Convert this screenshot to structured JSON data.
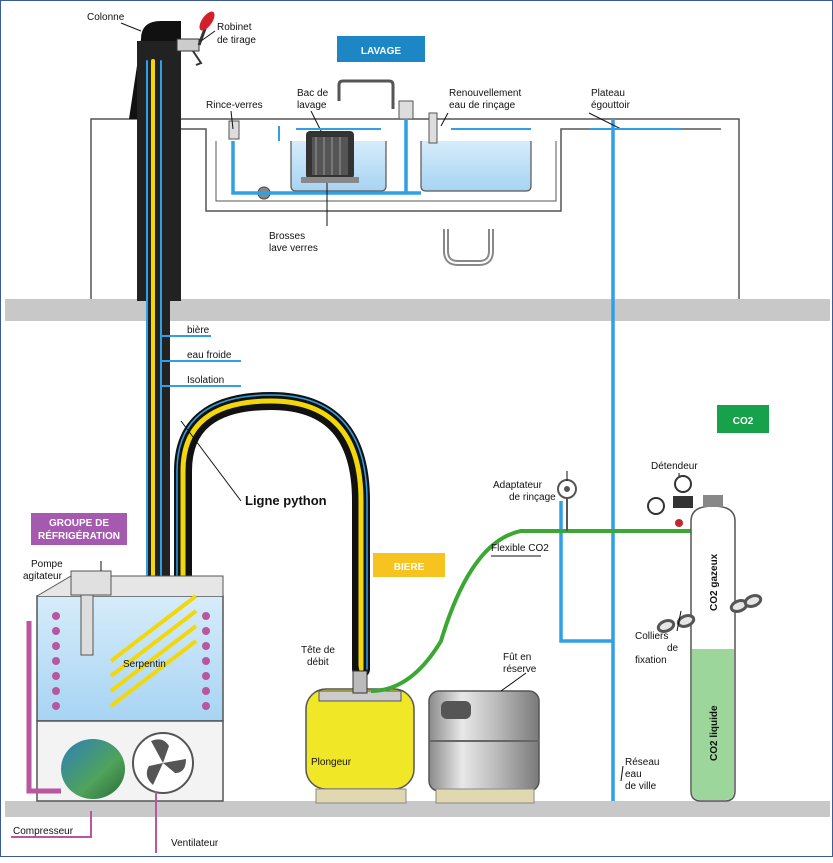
{
  "colors": {
    "water": "#2f9fe6",
    "beer": "#f2d80a",
    "co2_line": "#3aa832",
    "refrigeration": "#b8569f",
    "lavage_badge": "#1d86c4",
    "co2_badge": "#17a14a",
    "biere_badge": "#f7c31e",
    "groupe_badge": "#a55ab0",
    "floor": "#c8c8c8"
  },
  "badges": {
    "lavage": "LAVAGE",
    "biere": "BIERE",
    "co2": "CO2",
    "groupe_line1": "GROUPE DE",
    "groupe_line2": "RÉFRIGÉRATION"
  },
  "labels": {
    "colonne": "Colonne",
    "robinet_1": "Robinet",
    "robinet_2": "de tirage",
    "rince_verres": "Rince-verres",
    "bac_1": "Bac de",
    "bac_2": "lavage",
    "renouvellement_1": "Renouvellement",
    "renouvellement_2": "eau de rinçage",
    "plateau_1": "Plateau",
    "plateau_2": "égouttoir",
    "brosses_1": "Brosses",
    "brosses_2": "lave verres",
    "biere": "bière",
    "eau_froide": "eau froide",
    "isolation": "Isolation",
    "ligne_python": "Ligne python",
    "pompe_1": "Pompe",
    "pompe_2": "agitateur",
    "serpentin": "Serpentin",
    "compresseur": "Compresseur",
    "ventilateur": "Ventilateur",
    "tete_1": "Tête de",
    "tete_2": "débit",
    "plongeur": "Plongeur",
    "fut_1": "Fût en",
    "fut_2": "réserve",
    "flexible": "Flexible CO2",
    "adaptateur_1": "Adaptateur",
    "adaptateur_2": "de rinçage",
    "detendeur": "Détendeur",
    "co2_gazeux": "CO2 gazeux",
    "co2_liquide": "CO2 liquide",
    "colliers_1": "Colliers",
    "colliers_2": "de",
    "colliers_3": "fixation",
    "reseau_1": "Réseau",
    "reseau_2": "eau",
    "reseau_3": "de ville"
  }
}
